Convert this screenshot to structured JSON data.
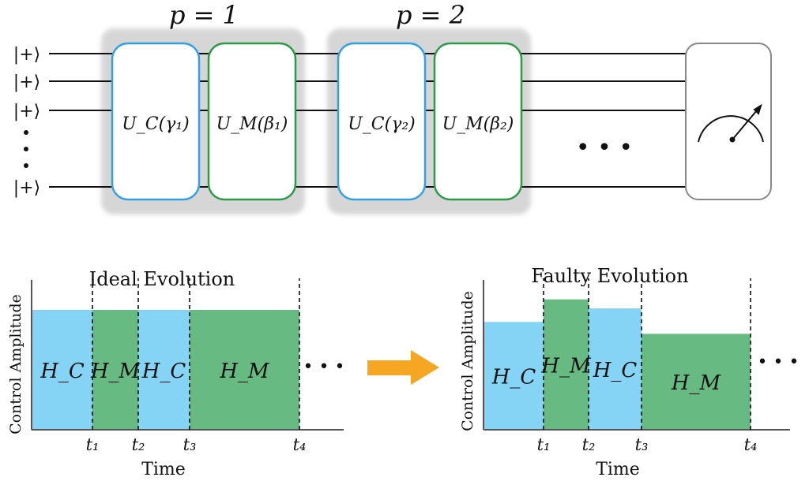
{
  "circuit": {
    "layers": [
      {
        "label": "p = 1",
        "gates": [
          {
            "text": "U_C(γ₁)",
            "color": "#33a1e0"
          },
          {
            "text": "U_M(β₁)",
            "color": "#2e9a48"
          }
        ]
      },
      {
        "label": "p = 2",
        "gates": [
          {
            "text": "U_C(γ₂)",
            "color": "#33a1e0"
          },
          {
            "text": "U_M(β₂)",
            "color": "#2e9a48"
          }
        ]
      }
    ],
    "qubit_labels": [
      "|+⟩",
      "|+⟩",
      "|+⟩",
      "|+⟩"
    ],
    "continuation": "• • •",
    "layer_shade": "#c9c9c9"
  },
  "arrow_color": "#f5a623",
  "ideal": {
    "title": "Ideal Evolution",
    "ylabel": "Control Amplitude",
    "xlabel": "Time",
    "ellipsis": "• • •",
    "ticks": [
      "t₁",
      "t₂",
      "t₃",
      "t₄"
    ],
    "segments": [
      {
        "label": "H_C",
        "color": "#86d4f5",
        "amplitude": 0.8
      },
      {
        "label": "H_M",
        "color": "#67ba82",
        "amplitude": 0.8
      },
      {
        "label": "H_C",
        "color": "#86d4f5",
        "amplitude": 0.8
      },
      {
        "label": "H_M",
        "color": "#67ba82",
        "amplitude": 0.8
      }
    ]
  },
  "faulty": {
    "title": "Faulty Evolution",
    "ylabel": "Control Amplitude",
    "xlabel": "Time",
    "ellipsis": "• • •",
    "ticks": [
      "t₁",
      "t₂",
      "t₃",
      "t₄"
    ],
    "segments": [
      {
        "label": "H_C",
        "color": "#86d4f5",
        "amplitude": 0.72
      },
      {
        "label": "H_M",
        "color": "#67ba82",
        "amplitude": 0.87
      },
      {
        "label": "H_C",
        "color": "#86d4f5",
        "amplitude": 0.81
      },
      {
        "label": "H_M",
        "color": "#67ba82",
        "amplitude": 0.64
      }
    ]
  }
}
